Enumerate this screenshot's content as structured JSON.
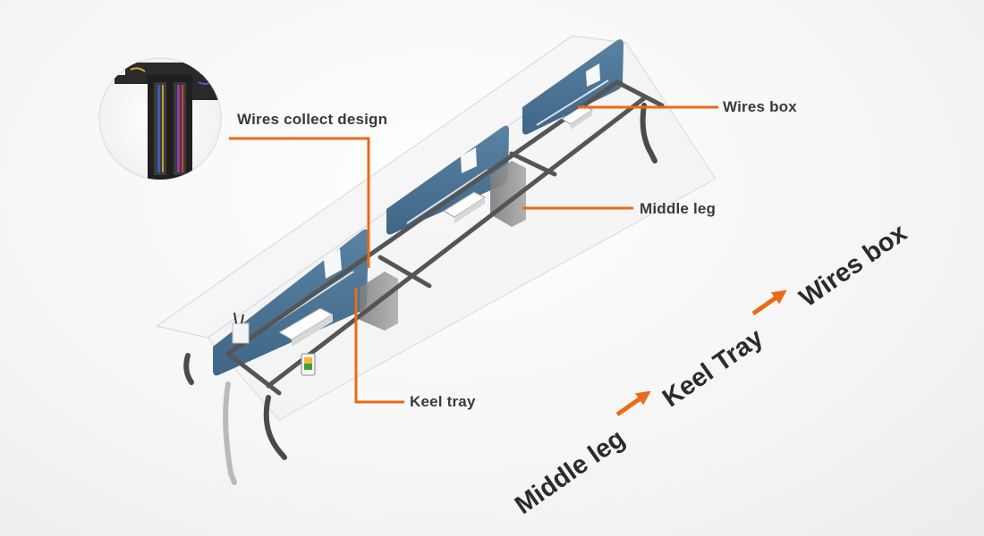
{
  "callouts": {
    "wires_collect": "Wires collect design",
    "wires_box": "Wires box",
    "middle_leg": "Middle leg",
    "keel_tray": "Keel tray"
  },
  "flow": {
    "step1": "Middle leg",
    "step2": "Keel Tray",
    "step3": "Wires box"
  },
  "colors": {
    "accent": "#ec6a16",
    "panel": "#4c7596",
    "frame": "#4a4a4a",
    "desktop": "#f7f7f7",
    "text": "#3a3a3a"
  },
  "icons": [
    "phone-icon",
    "pen-holder-icon",
    "wires-box-icon",
    "zoom-inset"
  ]
}
